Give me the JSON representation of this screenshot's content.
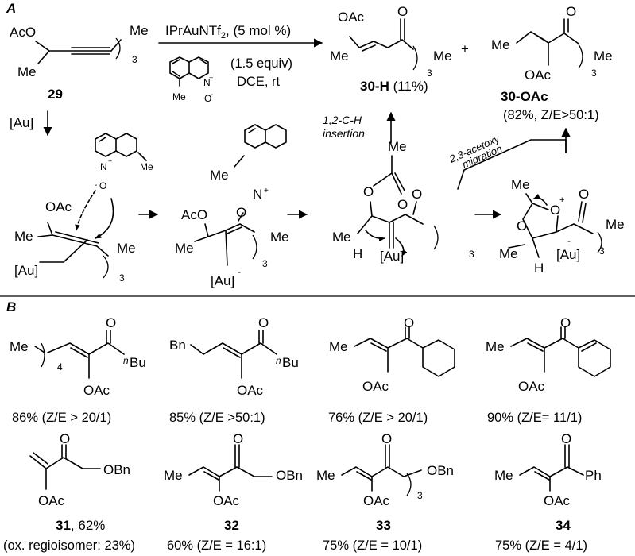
{
  "panel_a": {
    "label": "A",
    "sm": {
      "aco": "AcO",
      "me1": "Me",
      "me2": "Me",
      "n3": "3",
      "id": "29"
    },
    "conditions": {
      "cat": "IPrAuNTf",
      "cat_sub": "2",
      "cat_load": ", (5 mol %)",
      "oxidant_equiv": "(1.5 equiv)",
      "solvent": "DCE, rt",
      "q_me": "Me",
      "q_n": "N",
      "q_plus": "+",
      "q_o": "O",
      "q_minus": "-"
    },
    "products": {
      "h_oac": "OAc",
      "h_me1": "Me",
      "h_o": "O",
      "h_me2": "Me",
      "h_n3": "3",
      "plus": "+",
      "o_o": "O",
      "o_me1": "Me",
      "o_oac": "OAc",
      "o_me2": "Me",
      "o_n3": "3",
      "h_id": "30-H",
      "h_yield": " (11%)",
      "o_id": "30-OAc",
      "o_yield": "(82%, Z/E>50:1)"
    },
    "mech": {
      "au_step": "[Au]",
      "ox_me": "Me",
      "ox_n": "N",
      "ox_plus": "+",
      "ox_o": "O",
      "ox_minus": "-",
      "i1_oac": "OAc",
      "i1_me": "Me",
      "i1_au": "[Au]",
      "i1_me2": "Me",
      "i1_n3": "3",
      "i2_me": "Me",
      "i2_n": "N",
      "i2_plus": "+",
      "i2_o": "O",
      "i2_aco": "AcO",
      "i2_me2": "Me",
      "i2_me3": "Me",
      "i2_n3": "3",
      "i2_au": "[Au]",
      "i2_minus": "-",
      "i3_me": "Me",
      "i3_o1": "O",
      "i3_o2": "O",
      "i3_o3": "O",
      "i3_me2": "Me",
      "i3_h": "H",
      "i3_au": "[Au]",
      "i3_n3": "3",
      "i4_me": "Me",
      "i4_o1": "O",
      "i4_plus": "+",
      "i4_o2": "O",
      "i4_o3": "O",
      "i4_me2": "Me",
      "i4_h": "H",
      "i4_au": "[Au]",
      "i4_minus": "-",
      "i4_me3": "Me",
      "i4_n3": "3",
      "ins1": "1,2-C-H",
      "ins2": "insertion",
      "mig1": "2,3-acetoxy",
      "mig2": "migration"
    }
  },
  "panel_b": {
    "label": "B",
    "r1": [
      {
        "me": "Me",
        "n4": "4",
        "o": "O",
        "nbu_n": "n",
        "nbu": "Bu",
        "oac": "OAc",
        "caption": "86% (Z/E > 20/1)"
      },
      {
        "bn": "Bn",
        "o": "O",
        "nbu_n": "n",
        "nbu": "Bu",
        "oac": "OAc",
        "caption": "85% (Z/E >50:1)"
      },
      {
        "me": "Me",
        "o": "O",
        "oac": "OAc",
        "caption": "76% (Z/E > 20/1)"
      },
      {
        "me": "Me",
        "o": "O",
        "oac": "OAc",
        "caption": "90% (Z/E= 11/1)"
      }
    ],
    "r2": [
      {
        "o": "O",
        "obn": "OBn",
        "oac": "OAc",
        "id": "31",
        "id_rest": ", 62%",
        "caption": "(ox. regioisomer: 23%)"
      },
      {
        "me": "Me",
        "o": "O",
        "obn": "OBn",
        "oac": "OAc",
        "id": "32",
        "caption": "60% (Z/E = 16:1)"
      },
      {
        "me": "Me",
        "o": "O",
        "obn": "OBn",
        "n3": "3",
        "oac": "OAc",
        "id": "33",
        "caption": "75% (Z/E = 10/1)"
      },
      {
        "me": "Me",
        "o": "O",
        "ph": "Ph",
        "oac": "OAc",
        "id": "34",
        "caption": "75% (Z/E = 4/1)"
      }
    ]
  }
}
